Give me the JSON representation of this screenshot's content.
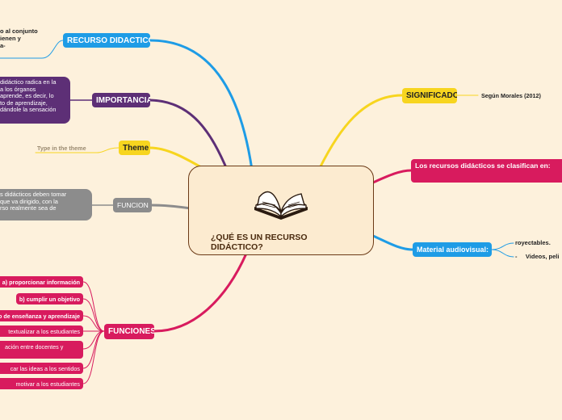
{
  "central": {
    "title": "¿QUÉ ES UN RECURSO DIDÁCTICO?",
    "icon": "open-book-icon"
  },
  "left": {
    "recurso_didactico": {
      "label": "RECURSO DIDACTICO",
      "color": "#1e9ce6",
      "note": "o al conjunto\nienen y\na-"
    },
    "importancia": {
      "label": "IMPORTANCIA",
      "color": "#5d2f76",
      "note": "didáctico radica en la\na los órganos\naprende, es decir, lo\nto de aprendizaje,\ndándole la sensación"
    },
    "theme": {
      "label": "Theme",
      "color": "#f7d51f",
      "placeholder": "Type in the theme"
    },
    "funcion": {
      "label": "FUNCION",
      "color": "#8c8c8c",
      "note": "s didácticos deben tomar\nque va dirigido, con la\nrso realmente sea de"
    },
    "funciones": {
      "label": "FUNCIONES",
      "color": "#d81b5e",
      "items": [
        "a) proporcionar información",
        "b) cumplir un objetivo",
        "o de enseñanza y aprendizaje",
        "textualizar a los estudiantes",
        "ación entre docentes y",
        "car las ideas a los sentidos",
        "motivar a los estudiantes"
      ]
    }
  },
  "right": {
    "significado": {
      "label": "SIGNIFICADO",
      "color": "#f7d51f",
      "sub": "Según Morales (2012)"
    },
    "clasifican": {
      "label": "Los recursos didácticos se clasifican en:",
      "color": "#d81b5e"
    },
    "audiovisual": {
      "label": "Material audiovisual:",
      "color": "#1e9ce6",
      "items": [
        "royectables.",
        "-     Videos, peli"
      ]
    }
  }
}
